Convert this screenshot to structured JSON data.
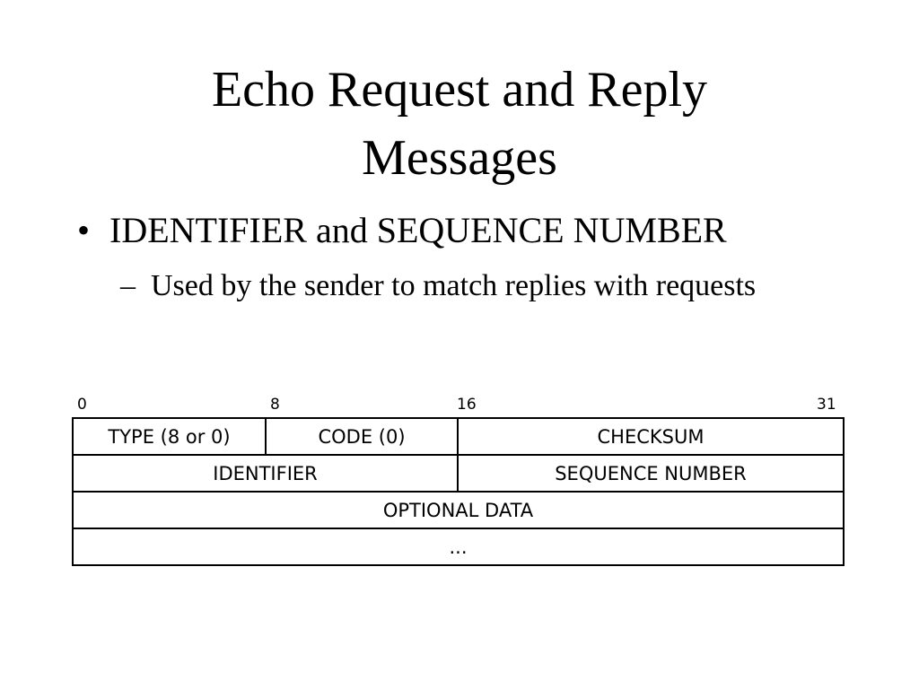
{
  "slide": {
    "title_lines": [
      "Echo Request and Reply",
      "Messages"
    ],
    "bullets": [
      {
        "marker": "•",
        "text": "IDENTIFIER and SEQUENCE NUMBER",
        "sub": [
          {
            "marker": "–",
            "text": "Used by the sender to match replies with requests"
          }
        ]
      }
    ]
  },
  "diagram": {
    "bit_labels": [
      "0",
      "8",
      "16",
      "31"
    ],
    "rows": [
      [
        "TYPE (8 or 0)",
        "CODE (0)",
        "CHECKSUM"
      ],
      [
        "IDENTIFIER",
        "SEQUENCE NUMBER"
      ],
      [
        "OPTIONAL DATA"
      ],
      [
        "..."
      ]
    ]
  }
}
